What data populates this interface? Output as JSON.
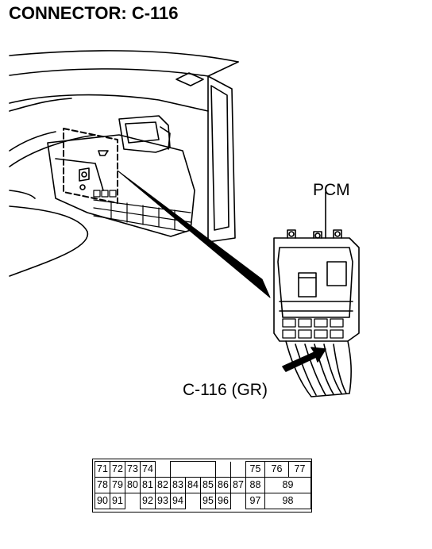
{
  "title": "CONNECTOR: C-116",
  "labels": {
    "pcm": "PCM",
    "connector": "C-116 (GR)"
  },
  "pinout": {
    "rows": [
      [
        "71",
        "72",
        "73",
        "74",
        "",
        "",
        "",
        "",
        "",
        "",
        "75",
        "76",
        "77"
      ],
      [
        "78",
        "79",
        "80",
        "81",
        "82",
        "83",
        "84",
        "85",
        "86",
        "87",
        "88",
        "89"
      ],
      [
        "90",
        "91",
        "",
        "92",
        "93",
        "94",
        "",
        "95",
        "96",
        "",
        "97",
        "98"
      ]
    ]
  }
}
